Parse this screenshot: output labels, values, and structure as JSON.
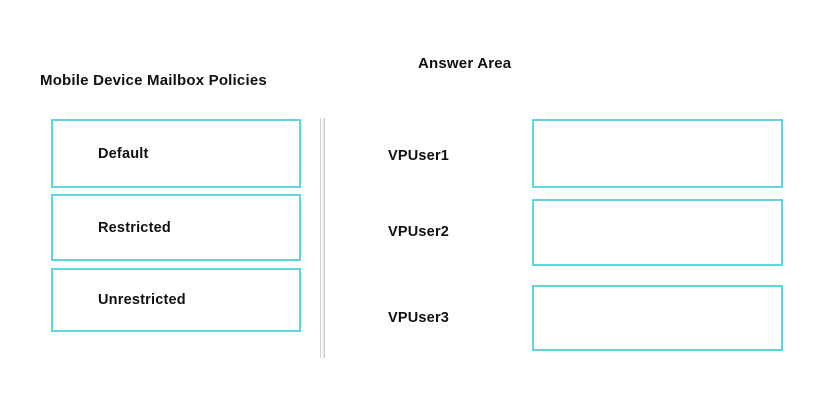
{
  "page": {
    "background_color": "#ffffff",
    "accent_border_color": "#5fd4dd",
    "text_color": "#111111"
  },
  "source_panel": {
    "title": "Mobile Device Mailbox Policies",
    "items": [
      {
        "label": "Default"
      },
      {
        "label": "Restricted"
      },
      {
        "label": "Unrestricted"
      }
    ]
  },
  "divider": {
    "name": "vertical-scrollbar"
  },
  "answer_area": {
    "title": "Answer Area",
    "rows": [
      {
        "label": "VPUser1",
        "value": ""
      },
      {
        "label": "VPUser2",
        "value": ""
      },
      {
        "label": "VPUser3",
        "value": ""
      }
    ]
  }
}
